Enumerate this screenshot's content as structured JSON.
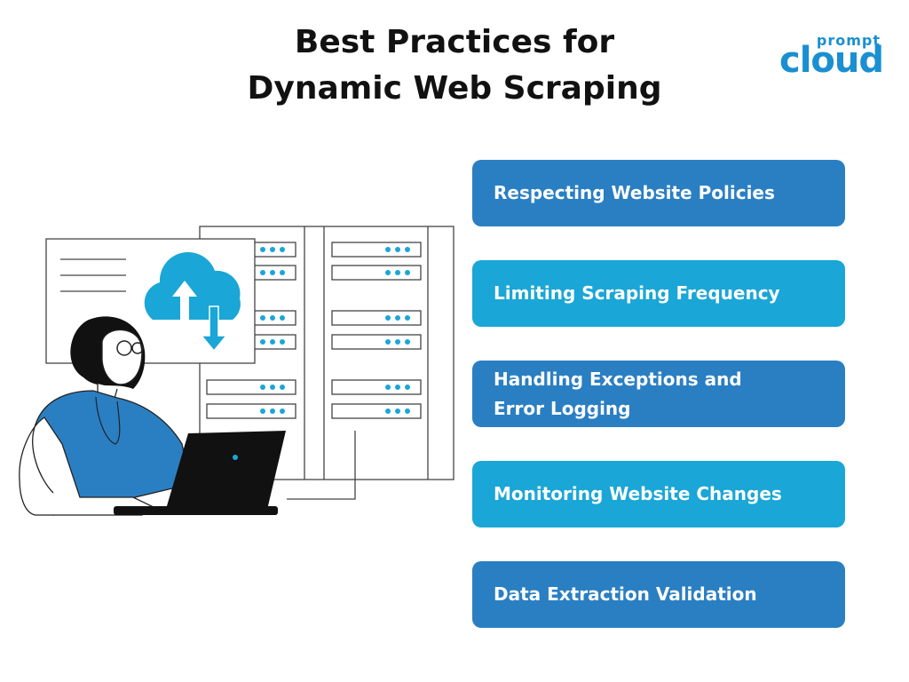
{
  "title": {
    "line1": "Best Practices for",
    "line2": "Dynamic Web Scraping"
  },
  "logo": {
    "top": "prompt",
    "main": "cloud"
  },
  "practices": [
    {
      "label": "Respecting Website Policies",
      "color": "#2a7fc2"
    },
    {
      "label": "Limiting Scraping Frequency",
      "color": "#1aa6d6"
    },
    {
      "label": "Handling Exceptions and Error Logging",
      "color": "#2a7fc2"
    },
    {
      "label": "Monitoring Website Changes",
      "color": "#1aa6d6"
    },
    {
      "label": "Data Extraction Validation",
      "color": "#2a7fc2"
    }
  ],
  "colors": {
    "dark_blue": "#2a7fc2",
    "light_blue": "#1aa6d6",
    "accent": "#1a8fd1",
    "ink": "#111111"
  },
  "icons": [
    "cloud-upload-download-icon",
    "server-rack-icon",
    "laptop-icon",
    "person-icon"
  ]
}
